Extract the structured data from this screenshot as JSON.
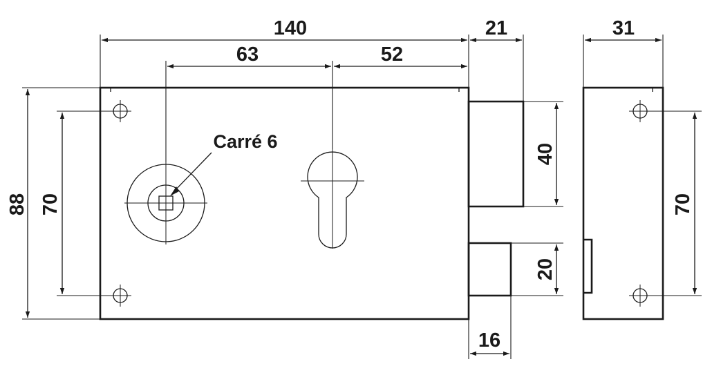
{
  "dimensions": {
    "overall_width": "140",
    "spindle_offset": "63",
    "cylinder_offset": "52",
    "bolt_projection": "21",
    "side_depth": "31",
    "overall_height": "88",
    "fixing_spacing_front": "70",
    "fixing_spacing_side": "70",
    "deadbolt_height": "40",
    "latch_height": "20",
    "latch_projection": "16"
  },
  "labels": {
    "spindle_callout": "Carré 6"
  }
}
